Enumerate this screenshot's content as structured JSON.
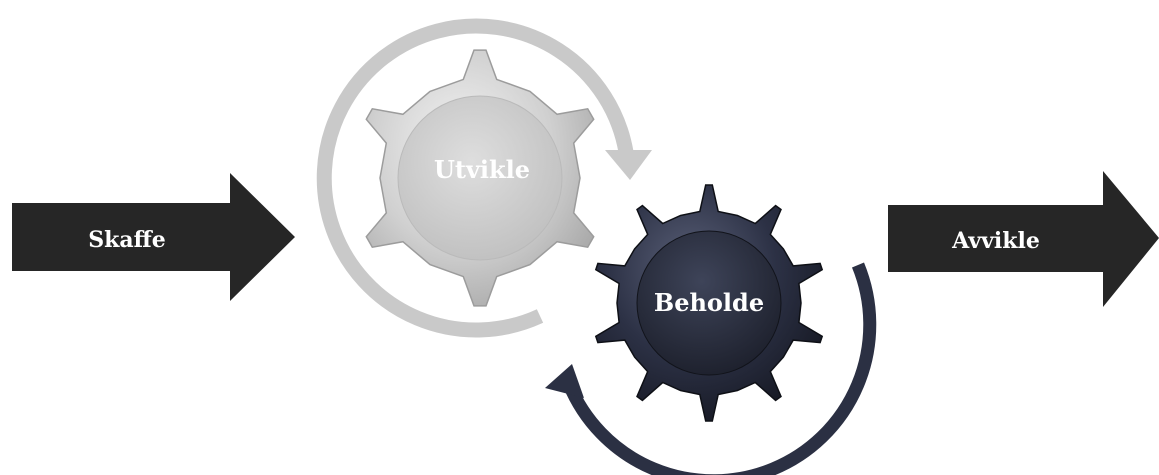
{
  "diagram": {
    "nodes": {
      "acquire": {
        "label": "Skaffe"
      },
      "develop": {
        "label": "Utvikle"
      },
      "retain": {
        "label": "Beholde"
      },
      "offboard": {
        "label": "Avvikle"
      }
    }
  },
  "colors": {
    "arrow_fill": "#262626",
    "dark_gear": "#262a3b",
    "light_gear": "#cdcdcd",
    "light_cycle_arrow": "#c9c9c9",
    "dark_cycle_arrow": "#2b3043",
    "label_white": "#ffffff"
  }
}
